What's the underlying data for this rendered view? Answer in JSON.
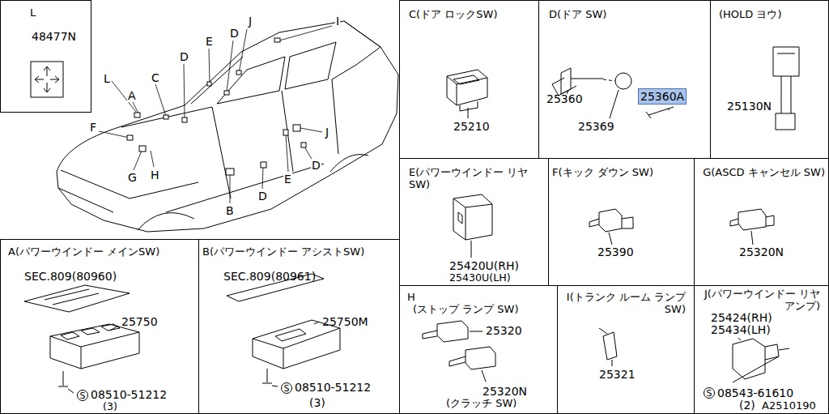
{
  "diagram": {
    "nodes": [
      {
        "text": [
          "L",
          "48477N"
        ]
      },
      {
        "text": [
          "C(ドア ロックSW)",
          "25210"
        ]
      },
      {
        "text": [
          "D(ドア SW)",
          "25360",
          "25369"
        ]
      },
      {
        "text": [
          "(HOLD ヨウ)",
          "25130N"
        ]
      },
      {
        "text": [
          "E(パワーウインドー リヤ SW)",
          "25420U(RH)",
          "25430U(LH)"
        ]
      },
      {
        "text": [
          "F(キック ダウン SW)",
          "25390"
        ]
      },
      {
        "text": [
          "G(ASCD キャンセル SW)",
          "25320N"
        ]
      },
      {
        "text": [
          "A(パワーウインドー メインSW)",
          "SEC.809(80960)",
          "25750",
          "S",
          "08510-51212",
          "(3)"
        ]
      },
      {
        "text": [
          "B(パワーウインドー アシストSW)",
          "SEC.809(80961)",
          "25750M",
          "S",
          "08510-51212",
          "(3)"
        ]
      },
      {
        "text": [
          "H",
          "(ストップ ランプ SW)",
          "25320",
          "25320N",
          "(クラッチ SW)"
        ]
      },
      {
        "text": [
          "I(トランク ルーム ランプ SW)",
          "25321"
        ]
      },
      {
        "text": [
          "J(パワーウインドー リヤ アンプ)",
          "25424(RH)",
          "25434(LH)",
          "S",
          "08543-61610",
          "(2)"
        ]
      },
      {
        "text": [
          "25360A"
        ],
        "in": 2
      }
    ],
    "edges": [],
    "labels": [
      "L",
      "A",
      "C",
      "D",
      "E",
      "D",
      "J",
      "I",
      "F",
      "G",
      "H",
      "B",
      "D",
      "E",
      "J",
      "D",
      "A2510190"
    ]
  }
}
